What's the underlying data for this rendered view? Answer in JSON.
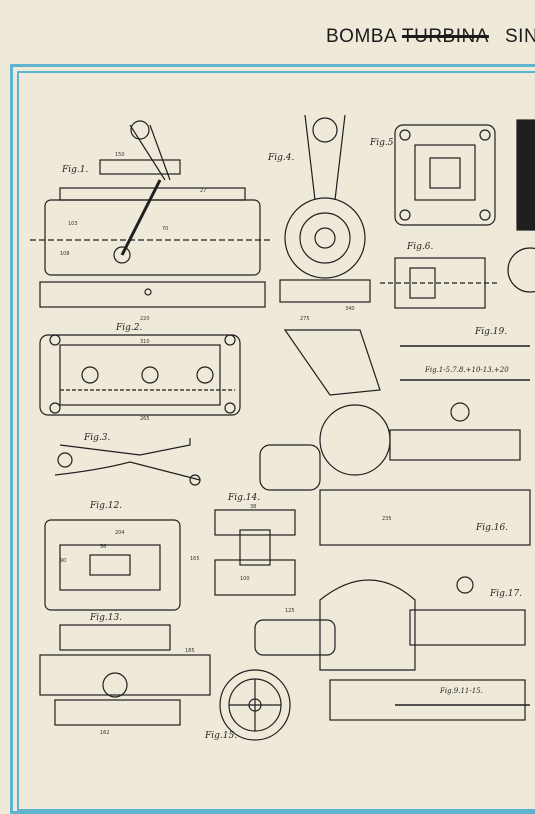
{
  "header": {
    "word1": "BOMBA",
    "word2_struck": "TURBINA",
    "word3": "SIN"
  },
  "figures": {
    "fig1": "Fig.1.",
    "fig2": "Fig.2.",
    "fig3": "Fig.3.",
    "fig4": "Fig.4.",
    "fig5": "Fig.5.",
    "fig6": "Fig.6.",
    "fig12": "Fig.12.",
    "fig13": "Fig.13.",
    "fig14": "Fig.14.",
    "fig15": "Fig.15.",
    "fig16": "Fig.16.",
    "fig17": "Fig.17.",
    "fig19": "Fig.19.",
    "scale_a": "Fig.1-5.7.8.+10-13.+20",
    "scale_b": "Fig.9.11-15."
  },
  "dimensions": {
    "d1": "150",
    "d2": "27",
    "d3": "108",
    "d4": "103",
    "d5": "70",
    "d6": "220",
    "d7": "310",
    "d8": "265",
    "d9": "275",
    "d10": "340",
    "d11": "204",
    "d12": "165",
    "d13": "185",
    "d14": "162",
    "d15": "56",
    "d16": "90",
    "d17": "235",
    "d18": "125",
    "d19": "100",
    "d20": "38"
  },
  "colors": {
    "paper": "#efe9d9",
    "frame": "#5fb3cf",
    "ink": "#1f1f1f"
  }
}
